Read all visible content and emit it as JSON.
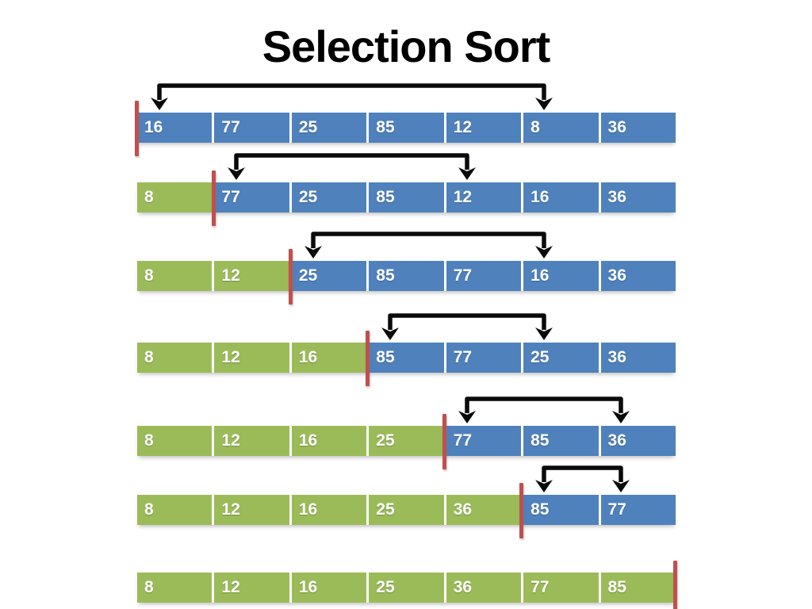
{
  "title": "Selection Sort",
  "colors": {
    "background": "#FFFFFF",
    "title_text": "#000000",
    "unsorted_fill": "#4F81BD",
    "sorted_fill": "#9BBB59",
    "boundary_marker": "#C0504D",
    "arrow": "#0A0A0A",
    "cell_text": "#FFFFFF"
  },
  "steps": [
    {
      "values": [
        16,
        77,
        25,
        85,
        12,
        8,
        36
      ],
      "sorted_count": 0,
      "arrow": {
        "from": 0,
        "to": 5
      }
    },
    {
      "values": [
        8,
        77,
        25,
        85,
        12,
        16,
        36
      ],
      "sorted_count": 1,
      "arrow": {
        "from": 1,
        "to": 4
      }
    },
    {
      "values": [
        8,
        12,
        25,
        85,
        77,
        16,
        36
      ],
      "sorted_count": 2,
      "arrow": {
        "from": 2,
        "to": 5
      }
    },
    {
      "values": [
        8,
        12,
        16,
        85,
        77,
        25,
        36
      ],
      "sorted_count": 3,
      "arrow": {
        "from": 3,
        "to": 5
      }
    },
    {
      "values": [
        8,
        12,
        16,
        25,
        77,
        85,
        36
      ],
      "sorted_count": 4,
      "arrow": {
        "from": 4,
        "to": 6
      }
    },
    {
      "values": [
        8,
        12,
        16,
        25,
        36,
        85,
        77
      ],
      "sorted_count": 5,
      "arrow": {
        "from": 5,
        "to": 6
      }
    },
    {
      "values": [
        8,
        12,
        16,
        25,
        36,
        77,
        85
      ],
      "sorted_count": 7,
      "arrow": null
    }
  ]
}
